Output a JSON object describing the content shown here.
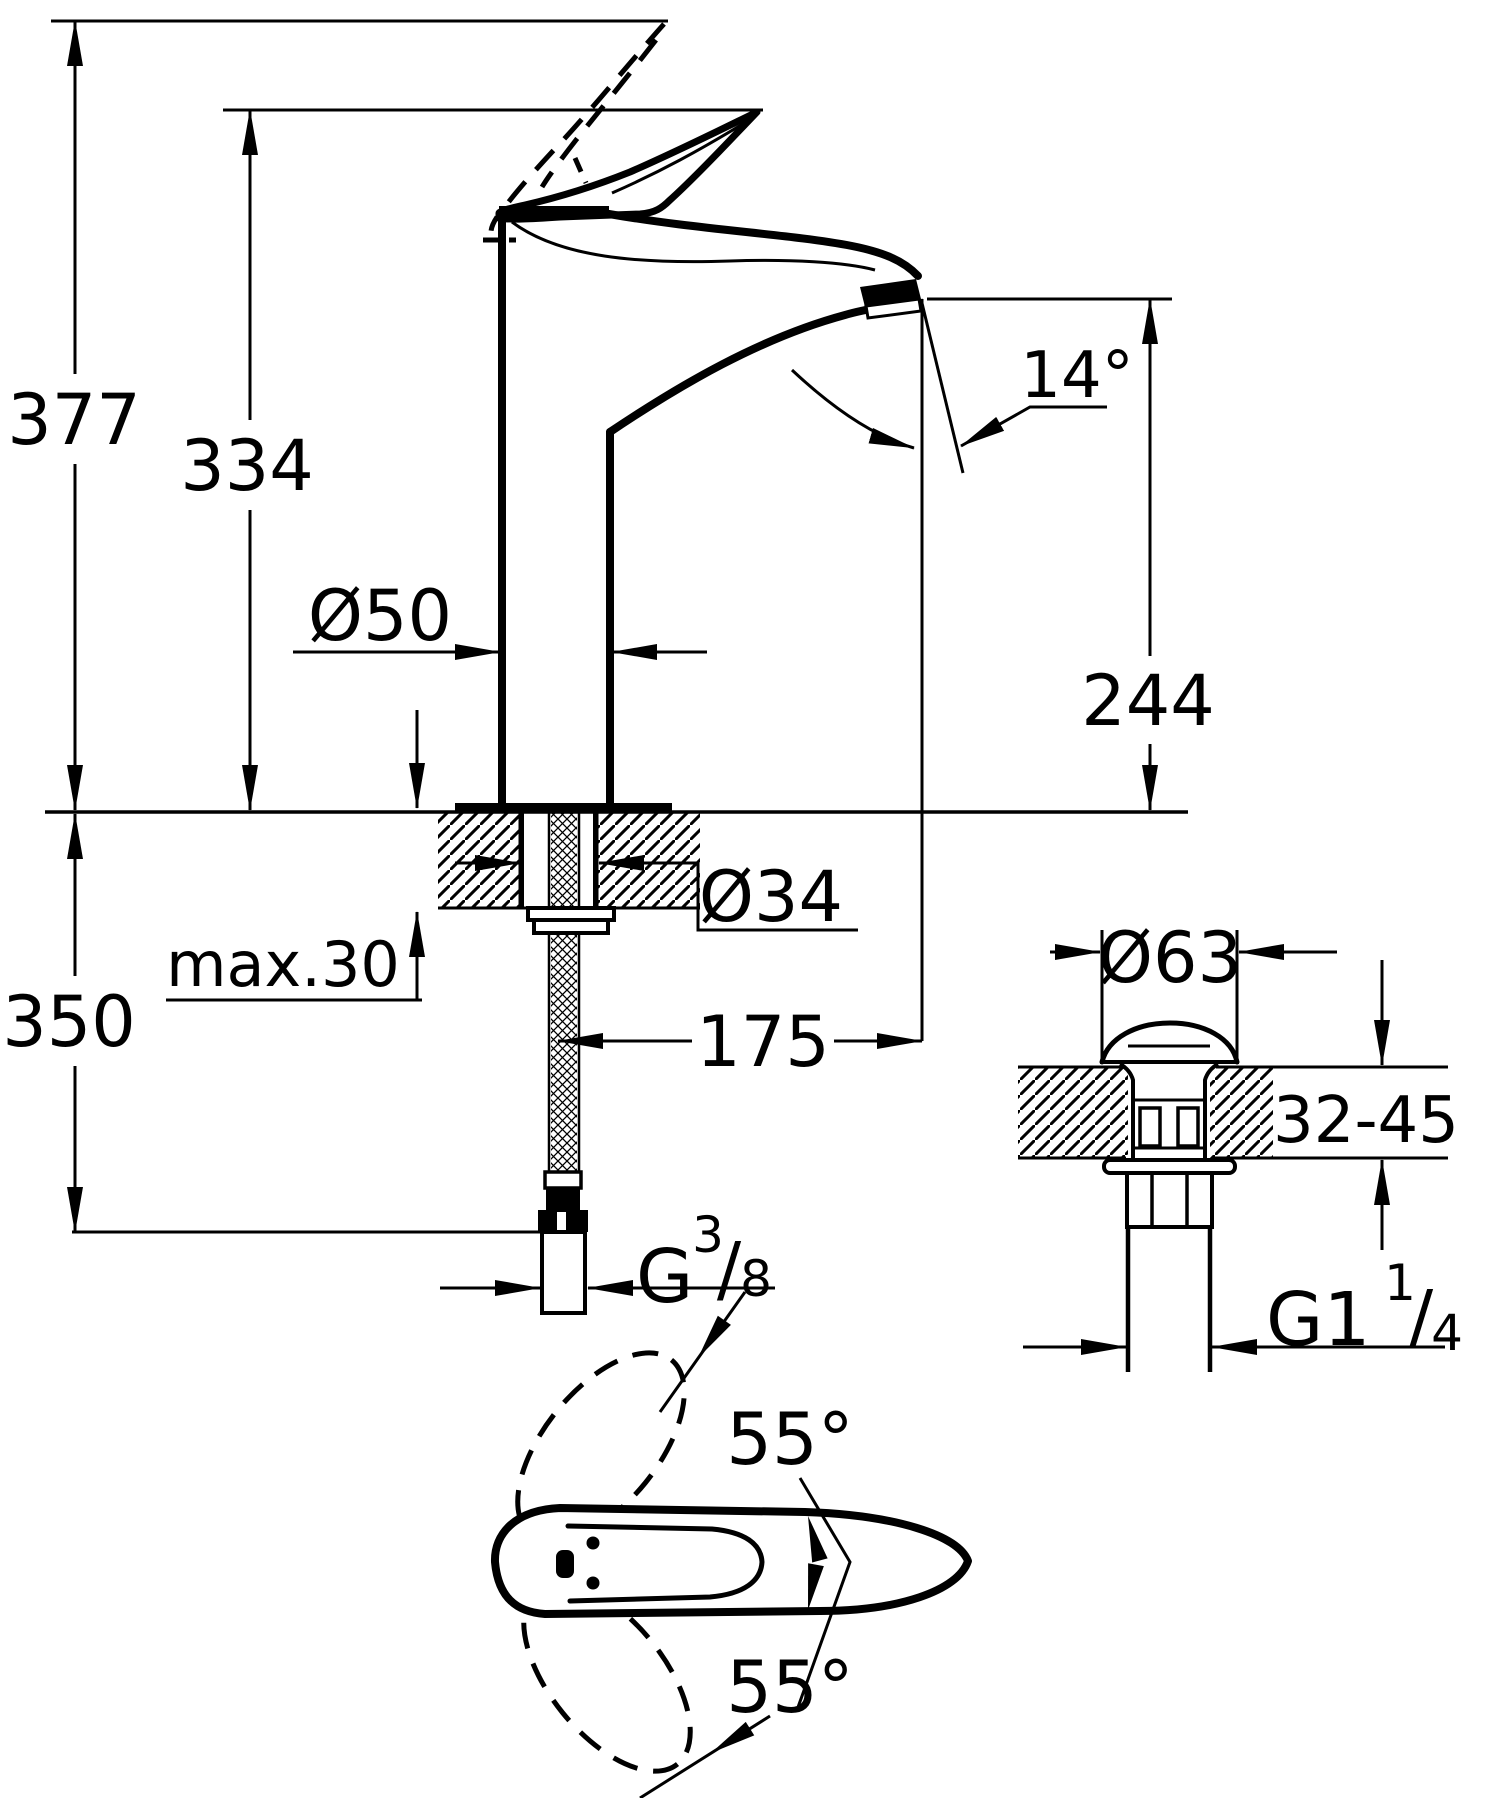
{
  "drawing": {
    "type": "technical-dimension-drawing",
    "subject": "single-lever basin mixer tap with pop-up waste, front view, mounting section, waste detail and handle top view",
    "colors": {
      "line": "#000000",
      "background": "#ffffff"
    },
    "labels": {
      "height_total": "377",
      "height_to_handle": "334",
      "body_diameter": "Ø50",
      "spout_angle": "14°",
      "spout_outlet_height": "244",
      "deck_thickness_max": "max.30",
      "hole_diameter": "Ø34",
      "spout_reach": "175",
      "hose_length": "350",
      "hose_thread_base": "G",
      "hose_thread_sup": "3",
      "hose_thread_slash": "/",
      "hose_thread_sub": "8",
      "waste_cap_diameter": "Ø63",
      "waste_deck_range": "32-45",
      "waste_thread_base": "G1",
      "waste_thread_sup": "1",
      "waste_thread_slash": "/",
      "waste_thread_sub": "4",
      "handle_swivel_upper": "55°",
      "handle_swivel_lower": "55°"
    }
  }
}
